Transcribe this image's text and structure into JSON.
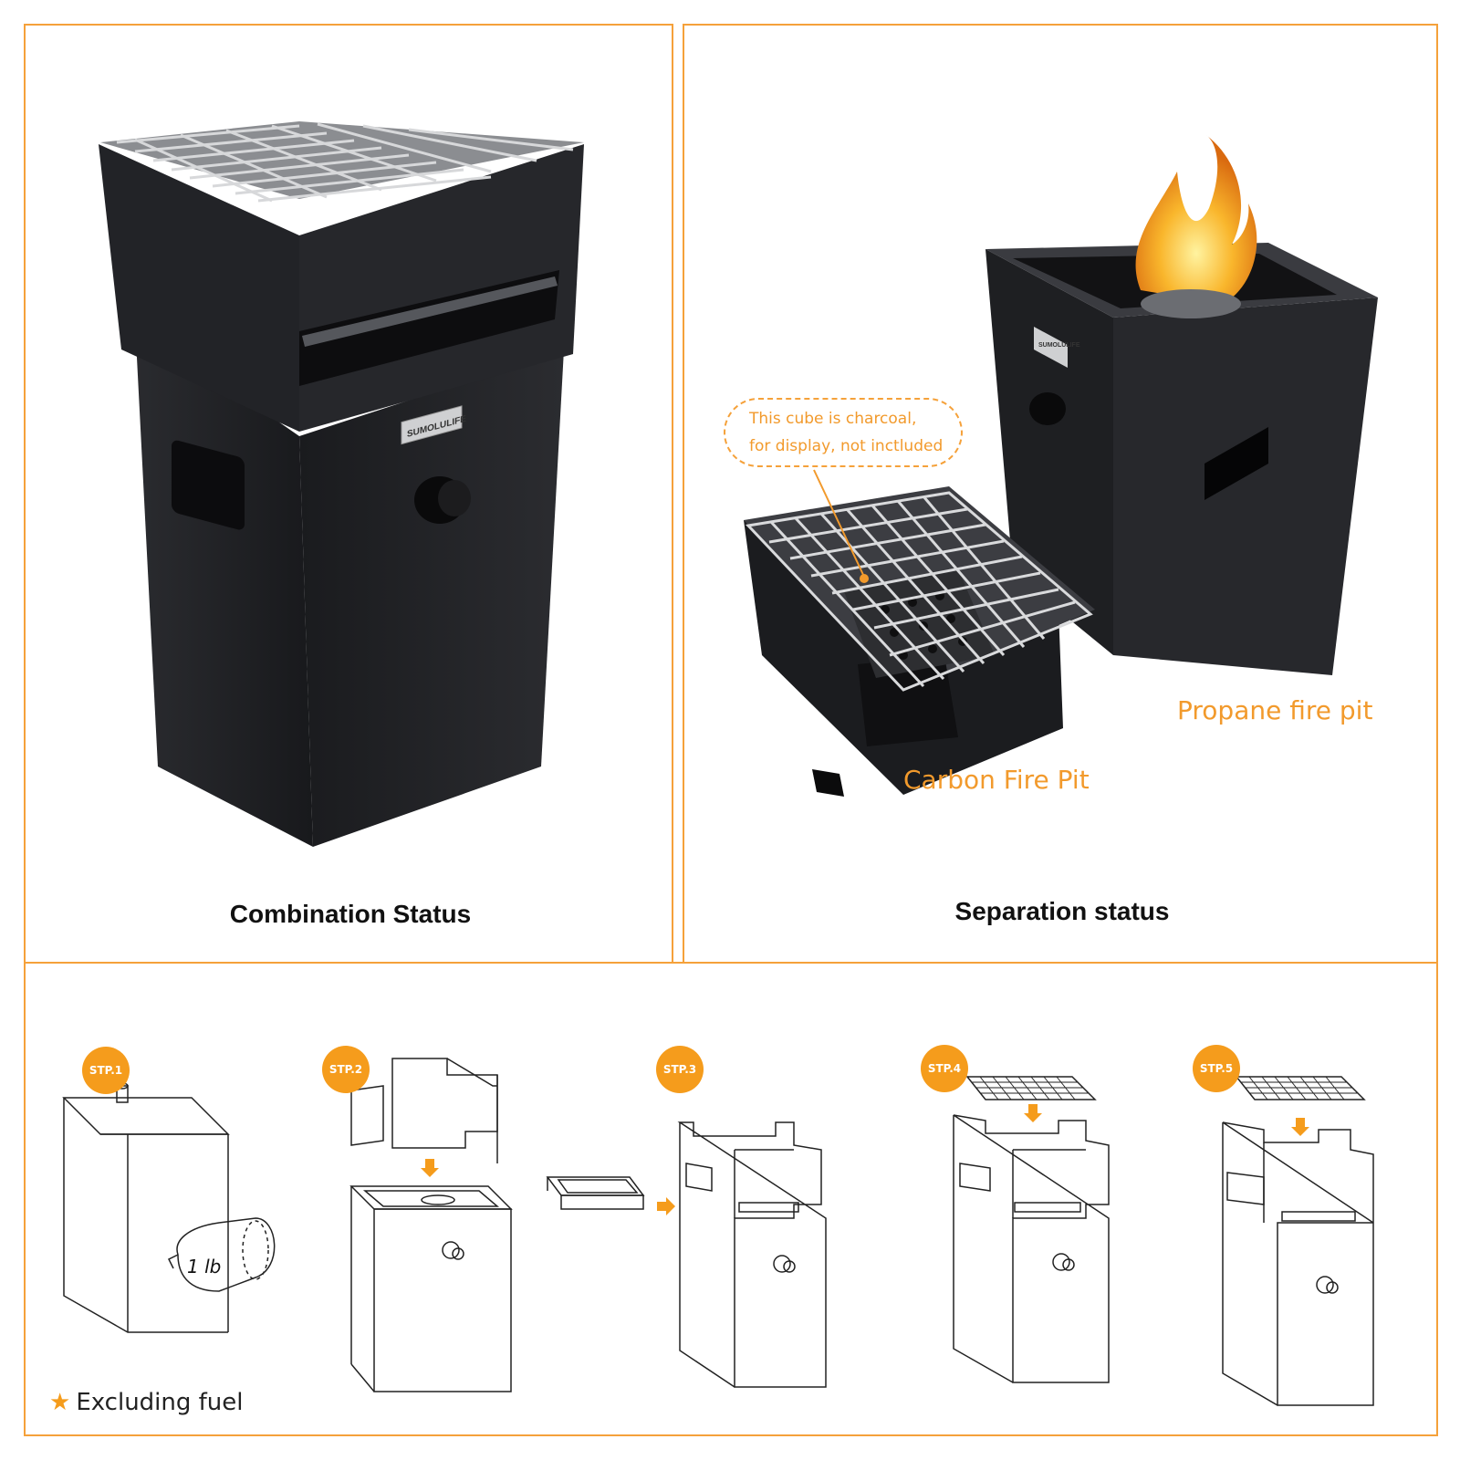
{
  "colors": {
    "accent": "#f5a13a",
    "badge": "#f59c1c",
    "body": "#1c1d20"
  },
  "combination": {
    "brand": "SUMOLULIFE",
    "caption": "Combination Status"
  },
  "separation": {
    "brand": "SUMOLULIFE",
    "callout_line1": "This cube is charcoal,",
    "callout_line2": "for display, not inctluded",
    "propane_label": "Propane fire pit",
    "carbon_label": "Carbon Fire Pit",
    "caption": "Separation status"
  },
  "steps": {
    "items": [
      {
        "label": "STP.1"
      },
      {
        "label": "STP.2"
      },
      {
        "label": "STP.3"
      },
      {
        "label": "STP.4"
      },
      {
        "label": "STP.5"
      }
    ],
    "tank_label": "1 lb",
    "note": "Excluding fuel"
  }
}
